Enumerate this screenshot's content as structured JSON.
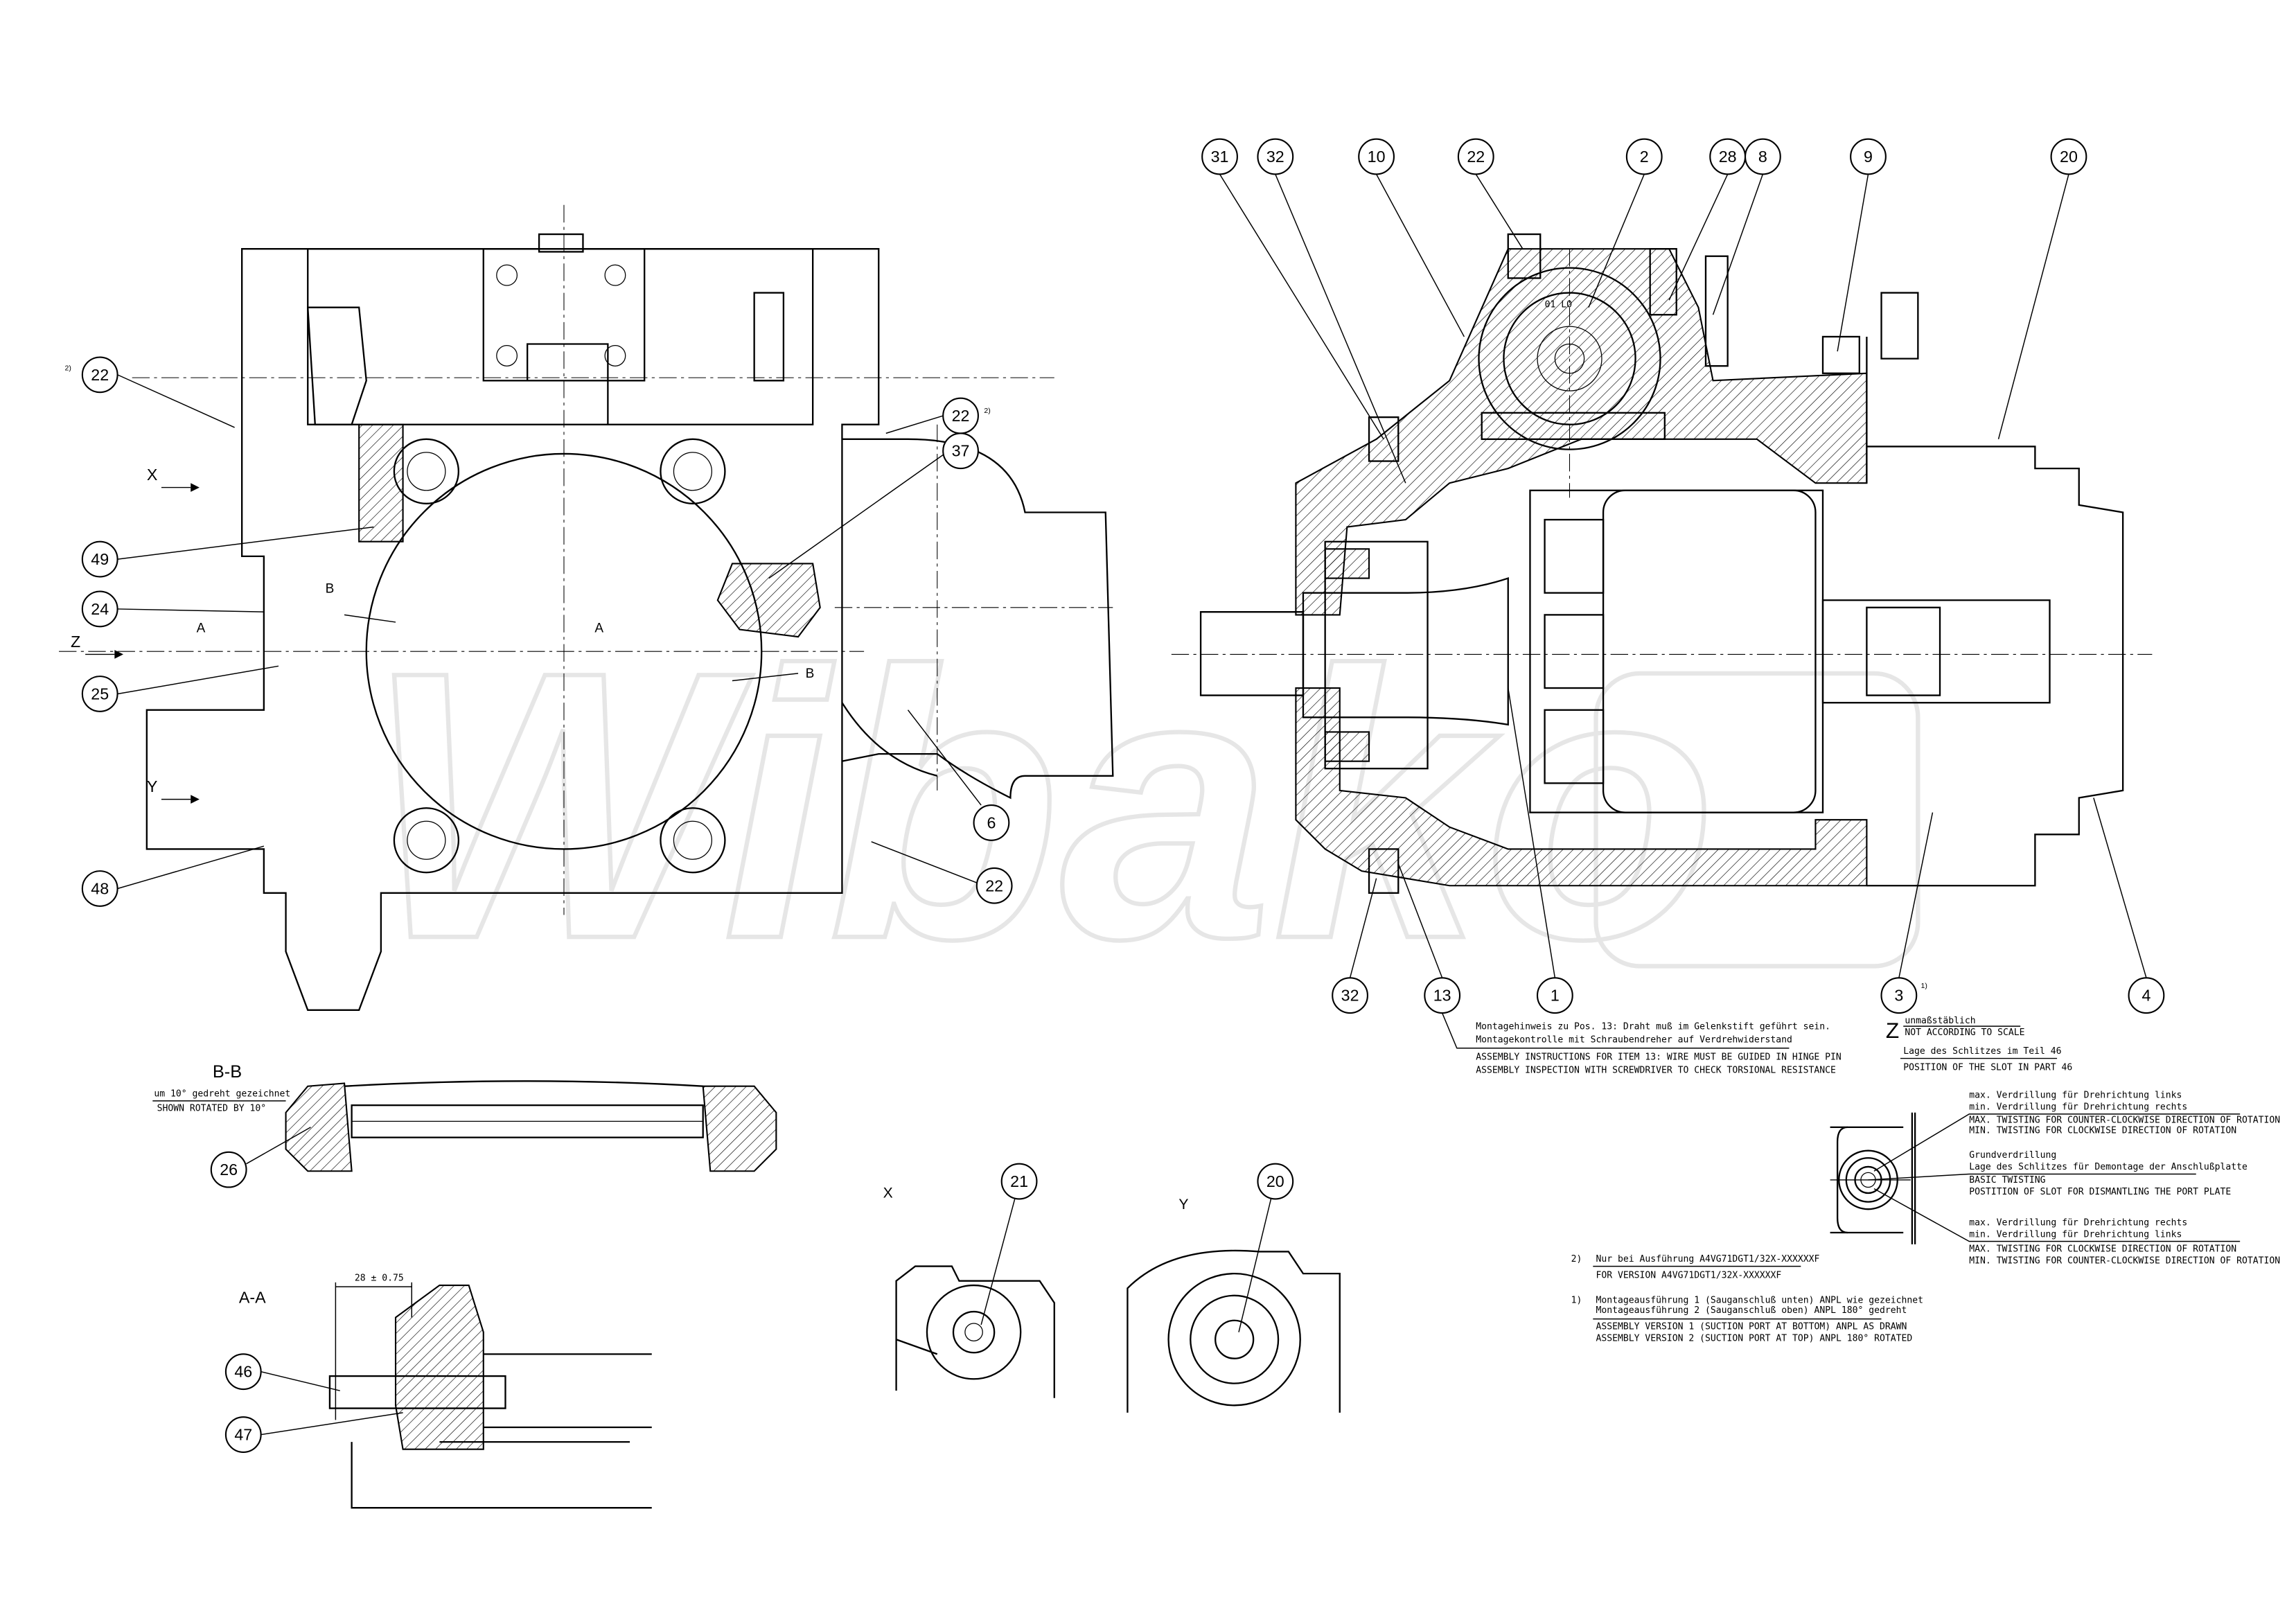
{
  "watermark": "Wibako",
  "view_labels": {
    "x_arrow": "X",
    "y_arrow": "Y",
    "z_arrow": "Z",
    "a_left": "A",
    "a_right": "A",
    "b_top": "B",
    "b_bottom": "B",
    "view_x": "X",
    "view_y": "Y"
  },
  "footnote_marks": {
    "two": "2)",
    "one": "1)"
  },
  "callouts_left": [
    "22",
    "22",
    "37",
    "49",
    "24",
    "25",
    "48",
    "6",
    "22"
  ],
  "callouts_right_top": [
    "31",
    "32",
    "10",
    "22",
    "2",
    "28",
    "8",
    "9",
    "20"
  ],
  "callouts_right_bottom": [
    "32",
    "13",
    "1",
    "3",
    "4"
  ],
  "callouts_sections": [
    "26",
    "46",
    "47",
    "21",
    "20"
  ],
  "gear_marking": "01 LO",
  "assembly_note": {
    "de": [
      "Montagehinweis zu Pos. 13: Draht muß im Gelenkstift geführt sein.",
      "Montagekontrolle mit Schraubendreher auf Verdrehwiderstand"
    ],
    "en": [
      "ASSEMBLY INSTRUCTIONS FOR ITEM 13: WIRE MUST BE GUIDED IN HINGE PIN",
      "ASSEMBLY INSPECTION WITH SCREWDRIVER TO CHECK TORSIONAL RESISTANCE"
    ]
  },
  "z_view": {
    "letter": "Z",
    "scale_de": "unmaßstäblich",
    "scale_en": "NOT ACCORDING TO SCALE",
    "slot_de": "Lage des Schlitzes im Teil 46",
    "slot_en": "POSITION OF THE SLOT IN PART 46"
  },
  "twisting": {
    "top_de": [
      "max. Verdrillung für Drehrichtung links",
      "min. Verdrillung für Drehrichtung rechts"
    ],
    "top_en": [
      "MAX. TWISTING FOR COUNTER-CLOCKWISE DIRECTION OF ROTATION",
      "MIN. TWISTING FOR CLOCKWISE DIRECTION OF ROTATION"
    ],
    "mid_de": [
      "Grundverdrillung",
      "Lage des Schlitzes für Demontage der Anschlußplatte"
    ],
    "mid_en": [
      "BASIC TWISTING",
      "POSTITION OF SLOT FOR DISMANTLING THE PORT PLATE"
    ],
    "bot_de": [
      "max. Verdrillung für Drehrichtung rechts",
      "min. Verdrillung für Drehrichtung links"
    ],
    "bot_en": [
      "MAX. TWISTING FOR CLOCKWISE DIRECTION OF ROTATION",
      "MIN. TWISTING FOR COUNTER-CLOCKWISE DIRECTION OF ROTATION"
    ]
  },
  "footnotes": {
    "two_de": "Nur bei Ausführung A4VG71DGT1/32X-XXXXXXF",
    "two_en": "FOR VERSION A4VG71DGT1/32X-XXXXXXF",
    "one_de": [
      "Montageausführung 1 (Sauganschluß unten) ANPL wie gezeichnet",
      "Montageausführung 2 (Sauganschluß oben) ANPL 180° gedreht"
    ],
    "one_en": [
      "ASSEMBLY VERSION 1 (SUCTION PORT AT BOTTOM) ANPL AS DRAWN",
      "ASSEMBLY VERSION 2 (SUCTION PORT AT TOP) ANPL 180° ROTATED"
    ]
  },
  "section_bb": {
    "title": "B-B",
    "de": "um 10° gedreht gezeichnet",
    "en": "SHOWN ROTATED BY 10°"
  },
  "section_aa": {
    "title": "A-A",
    "dimension": "28 ± 0.75"
  }
}
